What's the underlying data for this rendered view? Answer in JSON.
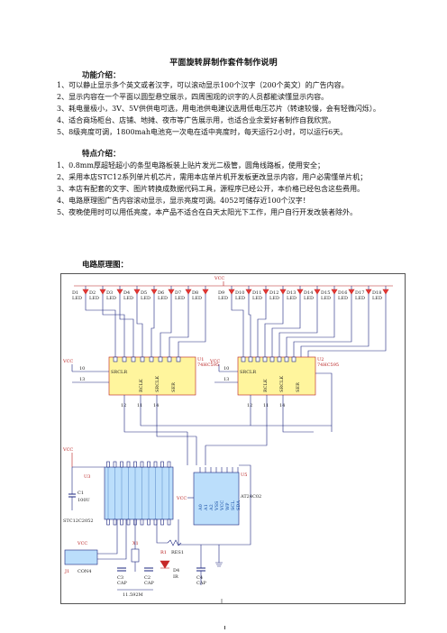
{
  "doc": {
    "title": "平面旋转屏制作套件制作说明",
    "sections": [
      {
        "heading": "功能介绍：",
        "items": [
          "1、可以静止显示多个英文或者汉字，可以滚动显示100个汉字（200个英文）的广告内容。",
          "2、显示内容在一个平面以圆型悬空展示，四周围观的识字的人员都能读懂显示内容。",
          "3、耗电量极小，3V、5V供供电可选，用电池供电建议选用低电压芯片（转速较慢，会有轻微闪烁）。",
          "4、适合商场柜台、店铺、地摊、夜市等广告展示用，也适合业余爱好者制作自我欣赏。",
          "5、8级亮度可调，1800mah电池充一次电在适中亮度时，每天运行2小时，可以运行6天。"
        ]
      },
      {
        "heading": "特点介绍：",
        "items": [
          "1、0.8mm厚超轻超小的条型电路板装上贴片发光二极管，圆角线路板，使用安全；",
          "2、采用本店STC12系列单片机芯片，需用本店单片机开发板更改显示内容，用户必需懂单片机；",
          "3、本店有配套的文字、图片转换成数据代码工具，源程序已经公开，本价格已经包含这些费用。",
          "4、电路原理图广告内容滚动显示，显示亮度可调。4052可储存近100个汉字！",
          "5、夜晚使用时可以用低亮度，本产品不适合在白天太阳光下工作，用户自行开发改装者除外。"
        ]
      }
    ],
    "schematic_heading": "电路原理图："
  },
  "schematic": {
    "vcc": "VCC",
    "leds_left": [
      "D1",
      "D2",
      "D3",
      "D4",
      "D5",
      "D6",
      "D7",
      "D8"
    ],
    "leds_right": [
      "D9",
      "D10",
      "D11",
      "D12",
      "D13",
      "D14",
      "D15",
      "D16",
      "D17",
      "D18"
    ],
    "led_label": "LED",
    "u1": "U1",
    "u1_part": "74HC595",
    "u2": "U2",
    "u2_part": "74HC595",
    "sr_pins": {
      "sclr": "SRCLR",
      "rclk": "RCLK",
      "srclk": "SRCLK",
      "ser": "SER",
      "p10": "10",
      "p13": "13",
      "p12": "12",
      "p11": "11",
      "p14": "14"
    },
    "u3": "U3",
    "u3_part": "STC12C2052",
    "u5": "U5",
    "u5_part": "AT24C02",
    "eeprom_pins": [
      "A0",
      "A1",
      "A2",
      "VSS",
      "VCC",
      "WP",
      "SCL",
      "SDA"
    ],
    "c1": "C1",
    "c1_val": "100U",
    "j1": "J1",
    "j1_part": "CON4",
    "x1": "X1",
    "x1_val": "11.592M",
    "c2": "C2",
    "c3": "C3",
    "c4": "C4",
    "cap": "CAP",
    "r1": "R1",
    "r1_part": "RES1",
    "d4": "D4",
    "d4_val": "IR"
  }
}
